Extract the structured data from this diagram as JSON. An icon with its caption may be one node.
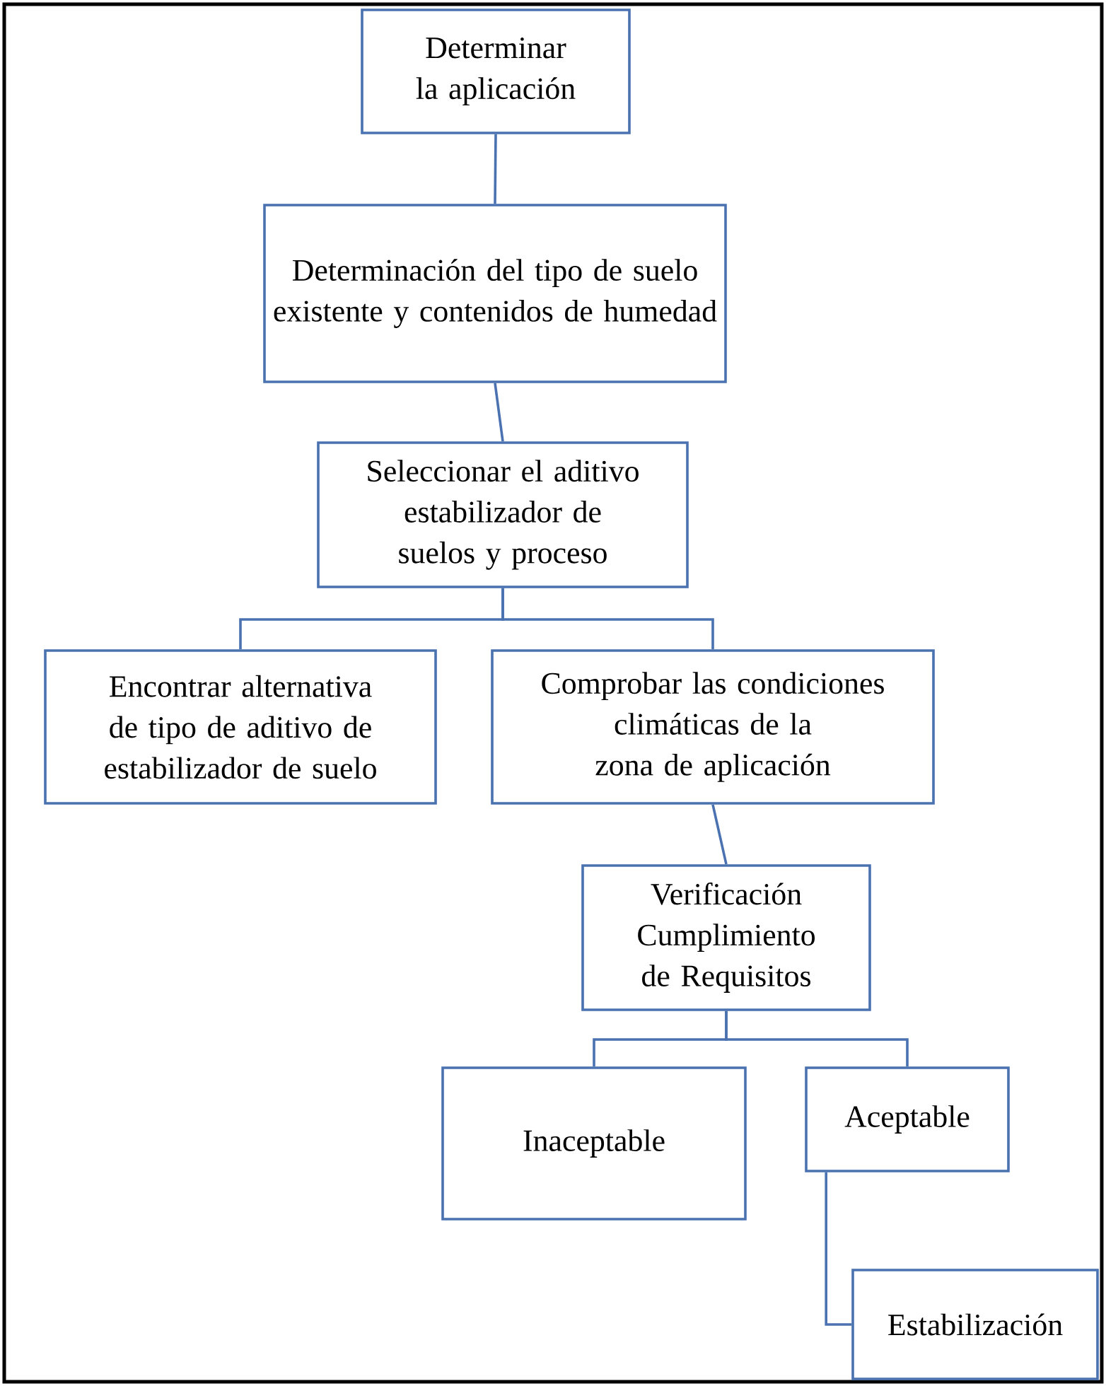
{
  "diagram": {
    "nodes": [
      {
        "text": [
          "Determinar la aplicación"
        ]
      },
      {
        "text": [
          "Determinación del tipo de suelo existente y contenidos de humedad"
        ]
      },
      {
        "text": [
          "Seleccionar el aditivo estabilizador de suelos y proceso"
        ]
      },
      {
        "text": [
          "Encontrar alternativa de tipo de aditivo de estabilizador de suelo"
        ]
      },
      {
        "text": [
          "Comprobar las condiciones climáticas de la zona de aplicación"
        ]
      },
      {
        "text": [
          "Verificación Cumplimiento de Requisitos"
        ]
      },
      {
        "text": [
          "Inaceptable"
        ]
      },
      {
        "text": [
          "Aceptable"
        ]
      },
      {
        "text": [
          "Estabilización"
        ]
      }
    ],
    "edges": [
      {
        "from": 0,
        "to": 1,
        "arrow": "none"
      },
      {
        "from": 1,
        "to": 2,
        "arrow": "none"
      },
      {
        "from": 2,
        "to": 3,
        "arrow": "none"
      },
      {
        "from": 2,
        "to": 4,
        "arrow": "none"
      },
      {
        "from": 4,
        "to": 5,
        "arrow": "none"
      },
      {
        "from": 5,
        "to": 6,
        "arrow": "none"
      },
      {
        "from": 5,
        "to": 7,
        "arrow": "none"
      },
      {
        "from": 7,
        "to": 8,
        "arrow": "none"
      }
    ]
  }
}
